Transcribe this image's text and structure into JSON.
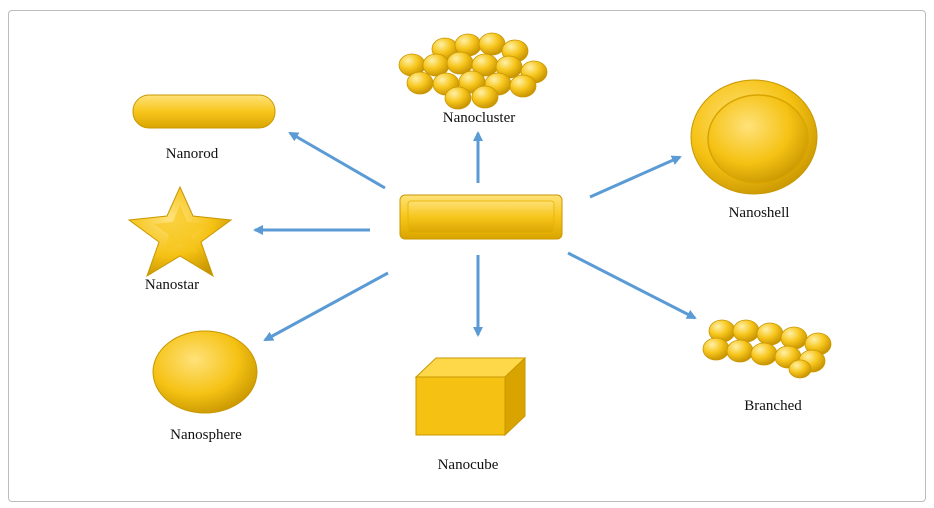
{
  "diagram": {
    "labels": {
      "nanocluster": "Nanocluster",
      "nanorod": "Nanorod",
      "nanoshell": "Nanoshell",
      "nanostar": "Nanostar",
      "nanosphere": "Nanosphere",
      "nanocube": "Nanocube",
      "branched": "Branched"
    },
    "colors": {
      "gold_light": "#ffe680",
      "gold": "#f5c518",
      "gold_dark": "#c99700",
      "arrow": "#5b9bd5"
    }
  }
}
